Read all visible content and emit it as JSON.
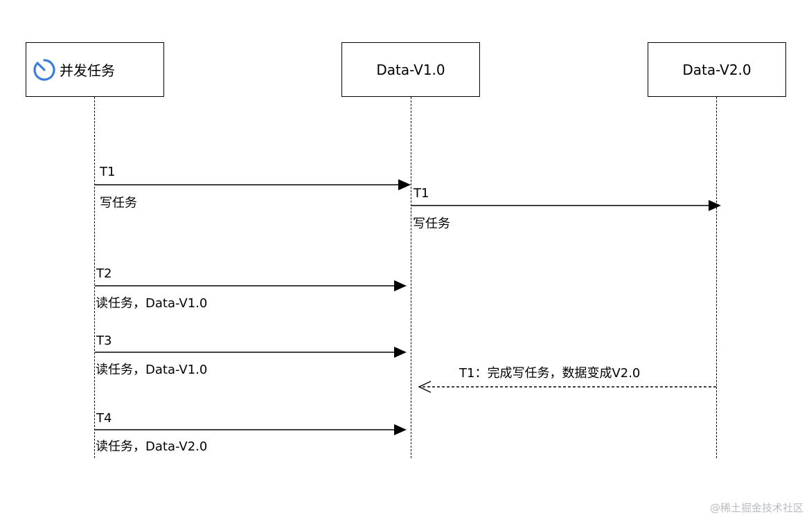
{
  "actors": [
    {
      "label": "并发任务",
      "icon": "clock-icon"
    },
    {
      "label": "Data-V1.0"
    },
    {
      "label": "Data-V2.0"
    }
  ],
  "messages": [
    {
      "id": "T1",
      "desc": "写任务",
      "from": 0,
      "to": 1,
      "style": "solid"
    },
    {
      "id": "T1",
      "desc": "写任务",
      "from": 1,
      "to": 2,
      "style": "solid"
    },
    {
      "id": "T2",
      "desc": "读任务，Data-V1.0",
      "from": 0,
      "to": 1,
      "style": "solid"
    },
    {
      "id": "T3",
      "desc": "读任务，Data-V1.0",
      "from": 0,
      "to": 1,
      "style": "solid"
    },
    {
      "id": "",
      "desc": "T1：完成写任务，数据变成V2.0",
      "from": 2,
      "to": 1,
      "style": "dashed"
    },
    {
      "id": "T4",
      "desc": "读任务，Data-V2.0",
      "from": 0,
      "to": 1,
      "style": "solid"
    }
  ],
  "watermark": "@稀土掘金技术社区",
  "colors": {
    "icon": "#3b7ddd",
    "line": "#000000",
    "watermark": "#b9bcc2"
  }
}
